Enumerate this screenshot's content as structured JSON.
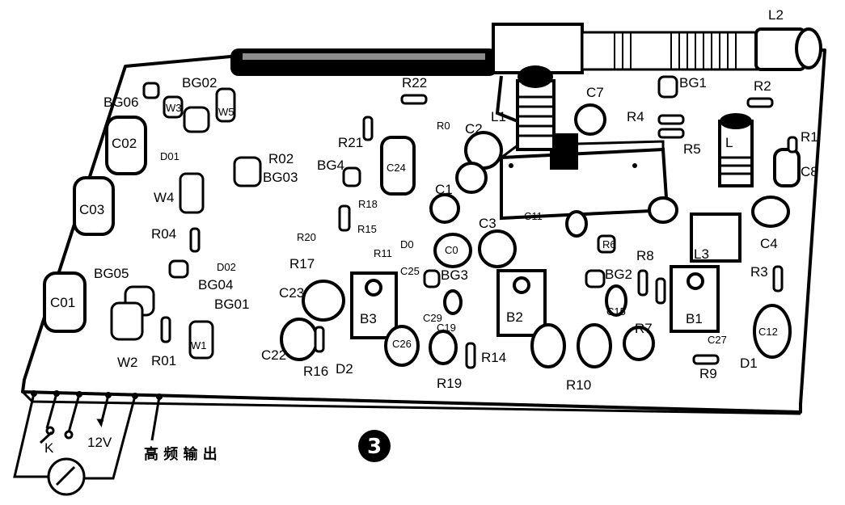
{
  "figure_number": "3",
  "inductors": {
    "L2": "L2",
    "L1": "L1",
    "L3": "L3",
    "L_osc": "L"
  },
  "transistors": {
    "BG06": "BG06",
    "BG02": "BG02",
    "BG03": "BG03",
    "BG04": "BG04",
    "BG05": "BG05",
    "BG01": "BG01",
    "BG1": "BG1",
    "BG2": "BG2",
    "BG3": "BG3",
    "BG4": "BG4"
  },
  "capacitors": {
    "C02": "C02",
    "C03": "C03",
    "C01": "C01",
    "C2": "C2",
    "C7": "C7",
    "C1": "C1",
    "C3": "C3",
    "C4": "C4",
    "C8": "C8",
    "C11": "C11",
    "C12": "C12",
    "C15": "C15",
    "C22": "C22",
    "C23": "C23",
    "C24": "C24",
    "C25": "C25",
    "C27": "C27",
    "C29": "C29",
    "C0": "C0",
    "C19": "C19",
    "C26": "C26"
  },
  "resistors": {
    "R22": "R22",
    "R21": "R21",
    "R2": "R2",
    "R4": "R4",
    "R5": "R5",
    "R1": "R1",
    "R02": "R02",
    "R04": "R04",
    "R01": "R01",
    "R16": "R16",
    "R17": "R17",
    "R18": "R18",
    "R19": "R19",
    "R14": "R14",
    "R15": "R15",
    "R20": "R20",
    "R3": "R3",
    "R7": "R7",
    "R8": "R8",
    "R9": "R9",
    "R10": "R10",
    "R11": "R11",
    "R6": "R6",
    "R0": "R0"
  },
  "diodes": {
    "D01": "D01",
    "D02": "D02",
    "D0": "D0",
    "D1": "D1",
    "D2": "D2"
  },
  "trimmers": {
    "W1": "W1",
    "W2": "W2",
    "W3": "W3",
    "W4": "W4",
    "W5": "W5"
  },
  "transformers": {
    "B1": "B1",
    "B2": "B2",
    "B3": "B3"
  },
  "terminals": {
    "switch": "K",
    "supply": "12V",
    "output": "高 频 输 出"
  }
}
